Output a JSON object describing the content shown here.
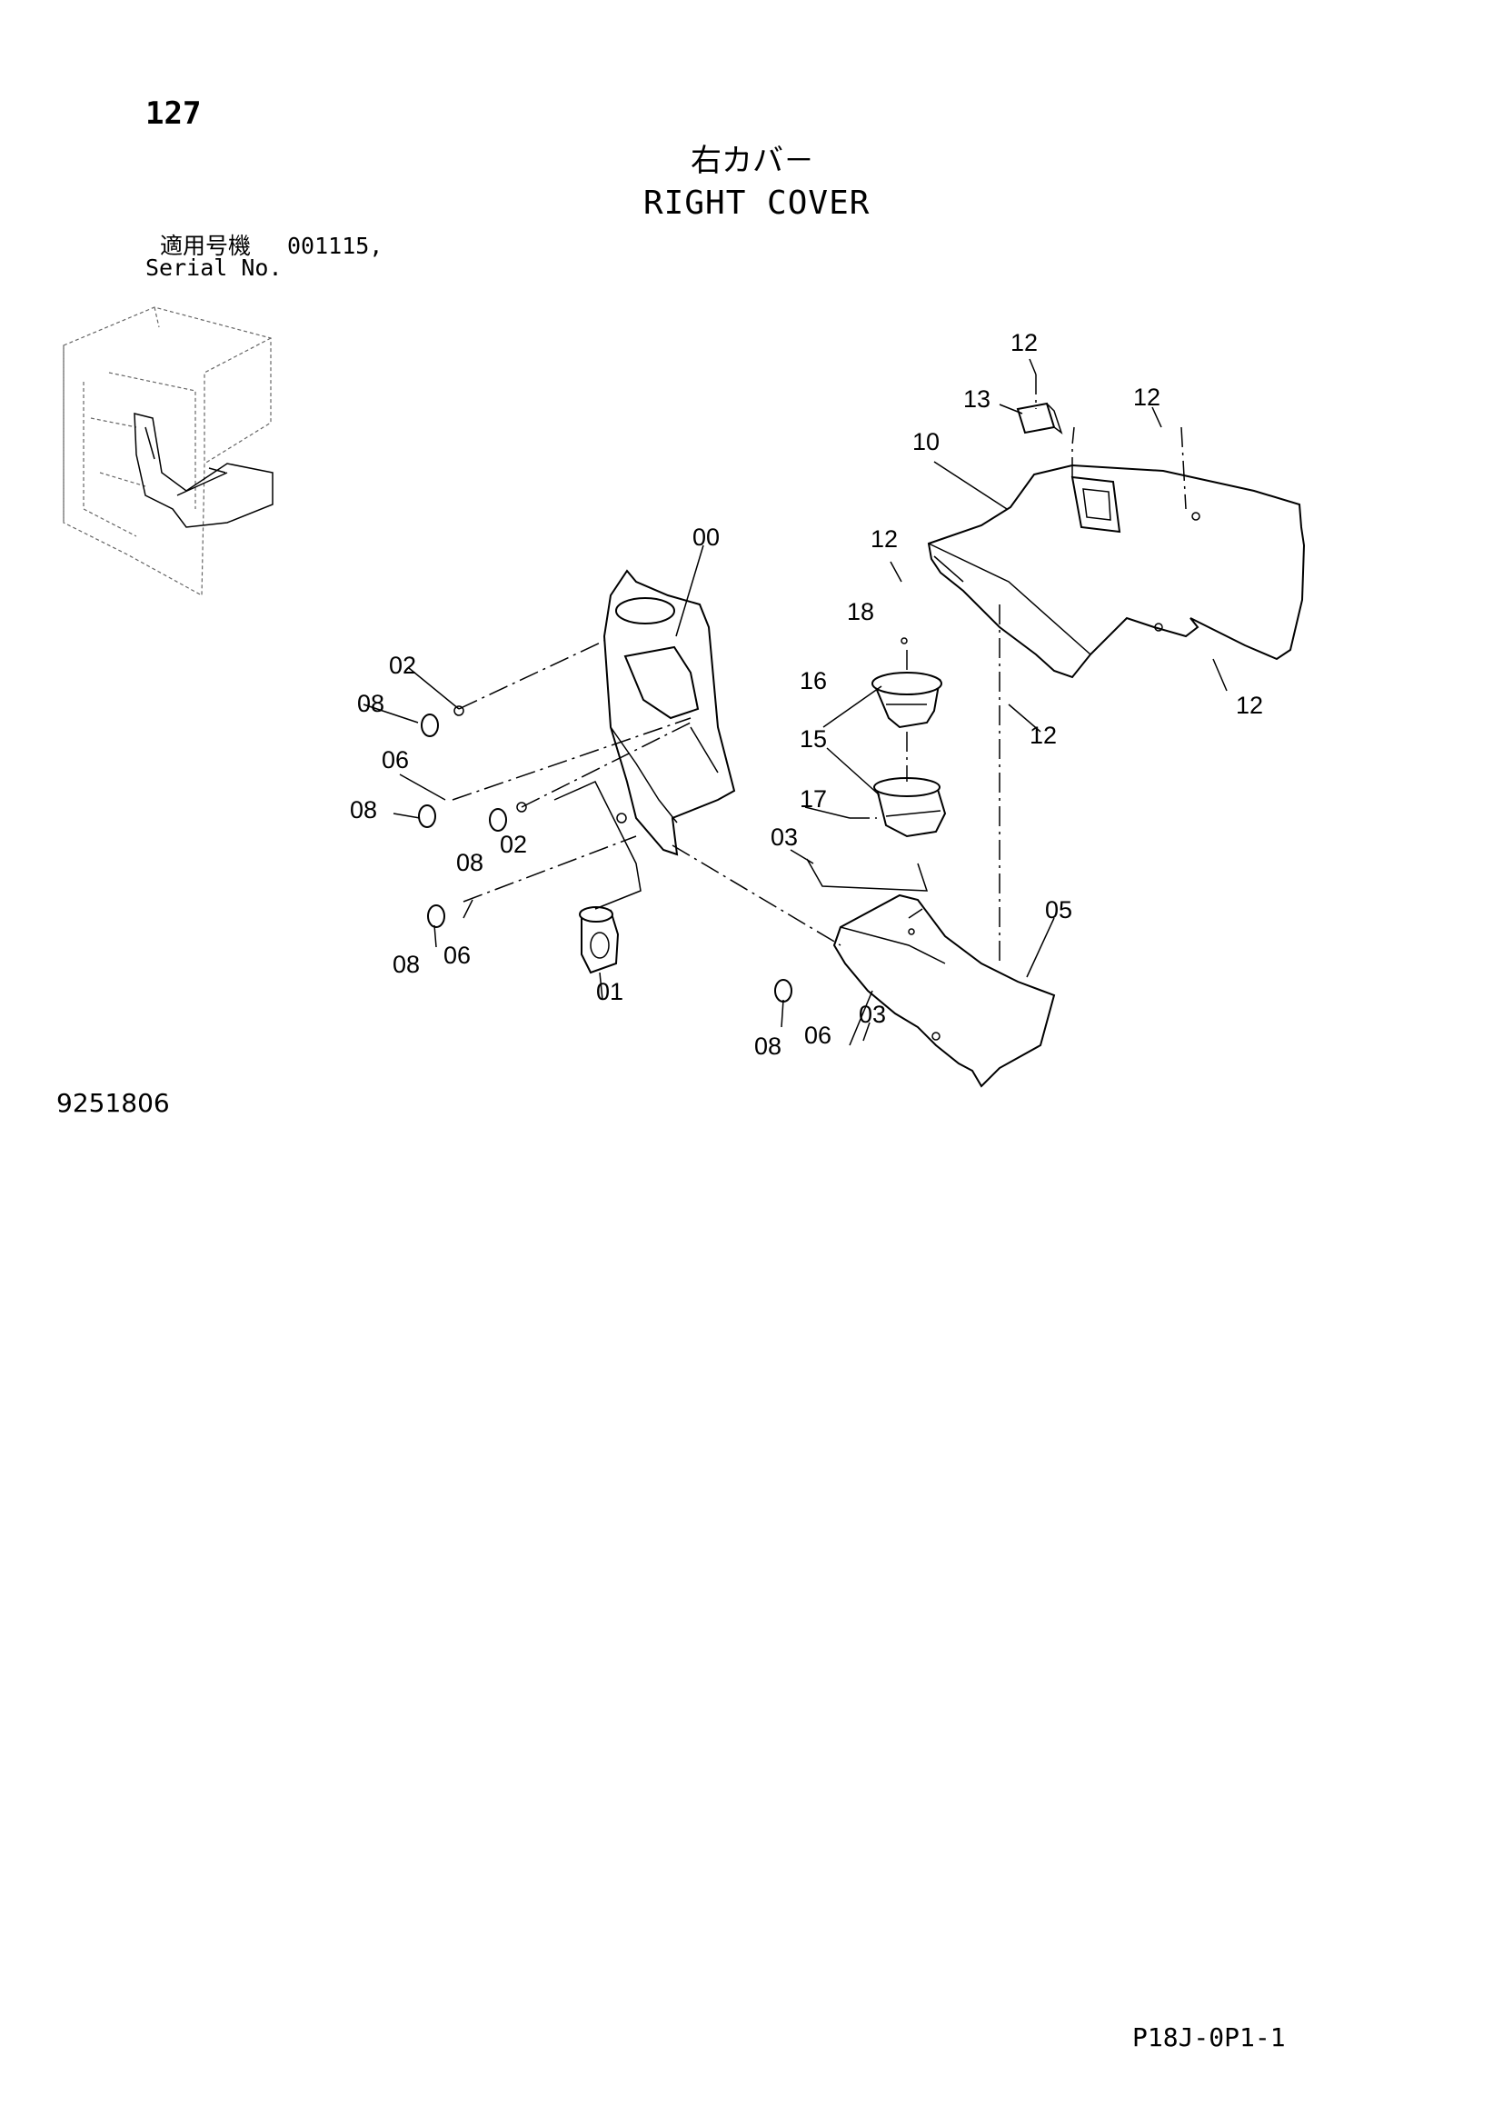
{
  "page": {
    "number": "127"
  },
  "title": {
    "japanese": "右カバ－",
    "english": "RIGHT COVER"
  },
  "serial": {
    "label_jp": "適用号機",
    "value": "001115,",
    "label_en": "Serial No."
  },
  "drawing_code": "9251806",
  "sheet_code": "P18J-0P1-1",
  "callouts": [
    "12",
    "13",
    "12",
    "10",
    "00",
    "12",
    "18",
    "02",
    "08",
    "16",
    "12",
    "12",
    "06",
    "15",
    "17",
    "08",
    "02",
    "08",
    "03",
    "05",
    "08",
    "06",
    "01",
    "03",
    "06",
    "08"
  ]
}
